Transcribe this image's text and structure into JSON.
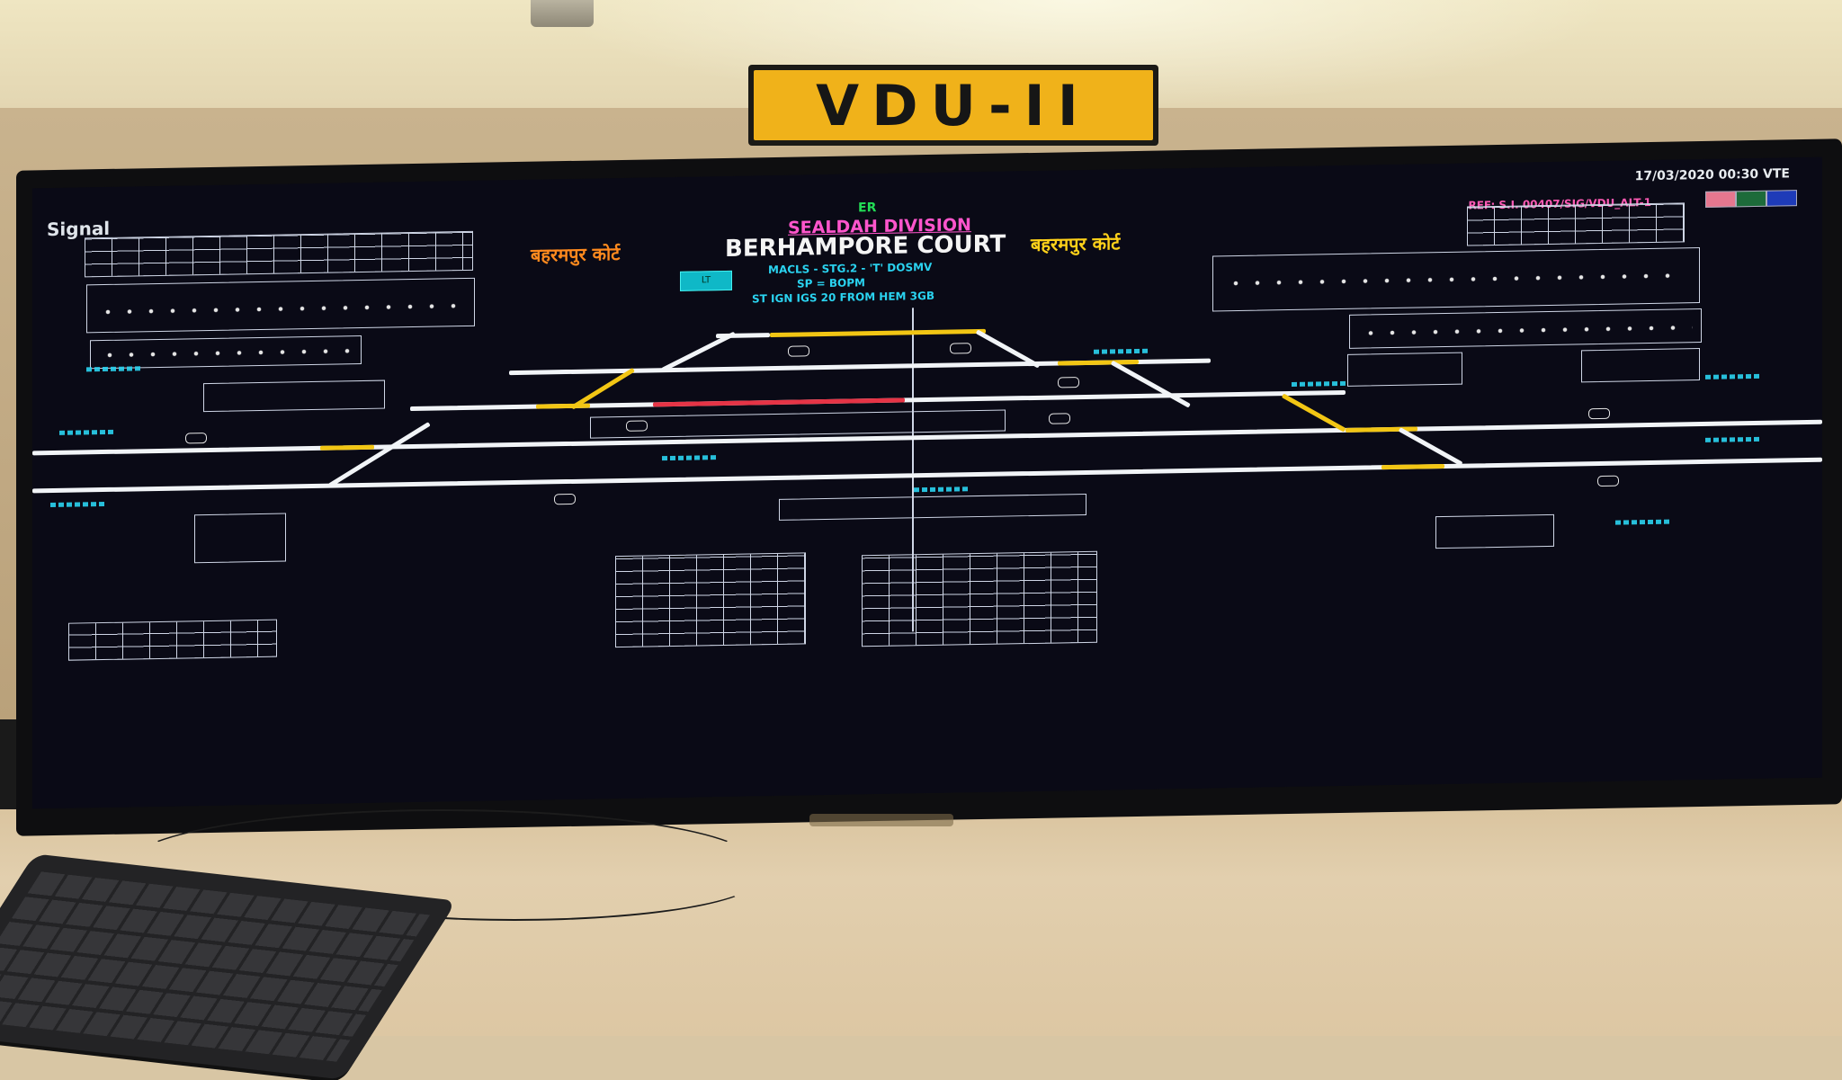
{
  "sign": {
    "text": "VDU-II"
  },
  "screen": {
    "brand": "Signal",
    "clock": "17/03/2020 00:30 VTE",
    "ref": "REF: S.I. 00407/SIG/VDU_ALT-1",
    "zone": "ER",
    "division": "SEALDAH DIVISION",
    "station_hindi_left": "बहरमपुर कोर्ट",
    "station_name": "BERHAMPORE COURT",
    "station_hindi_right": "बहरमपुर कोर्ट",
    "line1": "MACLS - STG.2 - 'T' DOSMV",
    "line2": "SP = BOPM",
    "line3": "ST IGN IGS 20 FROM HEM 3GB",
    "status_button": "LT"
  },
  "colors": {
    "screen_bg": "#0a0a16",
    "track_white": "#f1f4f7",
    "track_yellow": "#f2c614",
    "track_red": "#e63446",
    "label_cyan": "#2ad3f0",
    "sign_yellow": "#f0b21a",
    "swatch_1": "#e6778f",
    "swatch_2": "#1d6b3a",
    "swatch_3": "#1e3bb8"
  }
}
